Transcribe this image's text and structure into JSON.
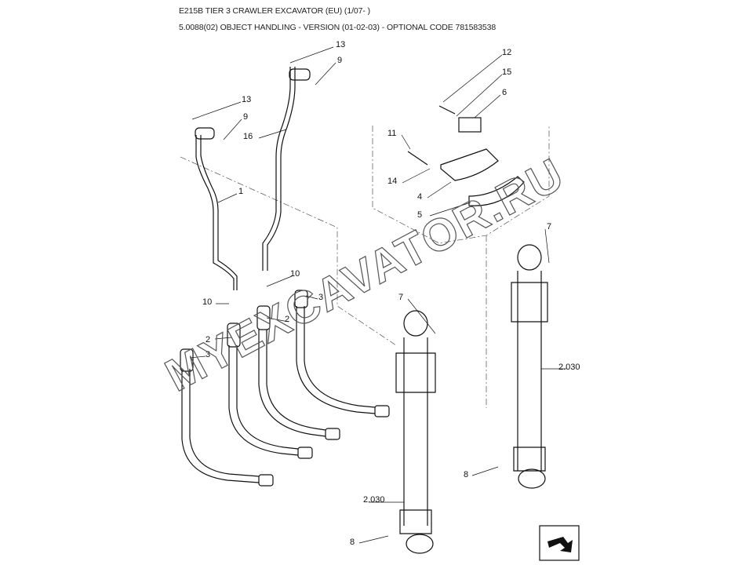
{
  "header": {
    "title": "E215B TIER 3 CRAWLER EXCAVATOR (EU) (1/07- )",
    "subtitle": "5.0088(02) OBJECT HANDLING - VERSION (01-02-03) - OPTIONAL CODE 781583538"
  },
  "watermark": "MYEXCAVATOR.RU",
  "callouts": [
    "13",
    "9",
    "13",
    "9",
    "16",
    "1",
    "12",
    "15",
    "6",
    "11",
    "14",
    "4",
    "5",
    "7",
    "10",
    "10",
    "3",
    "2",
    "2",
    "3",
    "7",
    "2.030",
    "8",
    "2.030",
    "8"
  ],
  "nav_icon": "next-page-arrow-icon"
}
